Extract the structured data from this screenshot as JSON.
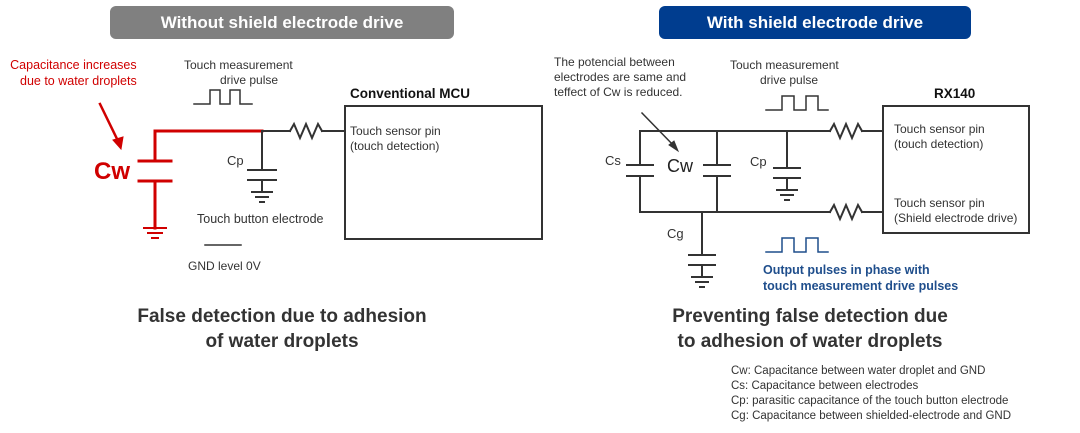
{
  "colors": {
    "banner_left": "#808080",
    "banner_right": "#003D8F",
    "highlight_red": "#D00000",
    "accent_blue": "#1F4E8C",
    "wire": "#333333"
  },
  "left": {
    "banner": "Without shield electrode drive",
    "red_note_line1": "Capacitance increases",
    "red_note_line2": "due to water droplets",
    "pulse_label_line1": "Touch measurement",
    "pulse_label_line2": "drive pulse",
    "mcu_title": "Conventional MCU",
    "pin_line1": "Touch sensor pin",
    "pin_line2": "(touch detection)",
    "cw": "Cw",
    "cp": "Cp",
    "electrode_label": "Touch button electrode",
    "gnd_label": "GND level 0V",
    "caption_line1": "False detection due to adhesion",
    "caption_line2": "of water droplets"
  },
  "right": {
    "banner": "With shield electrode drive",
    "note_line1": "The potencial between",
    "note_line2": "electrodes are same and",
    "note_line3": "teffect of Cw is reduced.",
    "pulse_label_line1": "Touch measurement",
    "pulse_label_line2": "drive pulse",
    "mcu_title": "RX140",
    "pin1_line1": "Touch sensor pin",
    "pin1_line2": "(touch detection)",
    "pin2_line1": "Touch sensor pin",
    "pin2_line2": "(Shield electrode drive)",
    "cs": "Cs",
    "cw": "Cw",
    "cp": "Cp",
    "cg": "Cg",
    "output_line1": "Output pulses in phase with",
    "output_line2": "touch measurement drive pulses",
    "caption_line1": "Preventing false detection due",
    "caption_line2": "to adhesion of water droplets"
  },
  "legend": [
    "Cw: Capacitance between water droplet and GND",
    "Cs: Capacitance between electrodes",
    "Cp: parasitic capacitance of the touch button electrode",
    "Cg: Capacitance between shielded-electrode and GND"
  ]
}
